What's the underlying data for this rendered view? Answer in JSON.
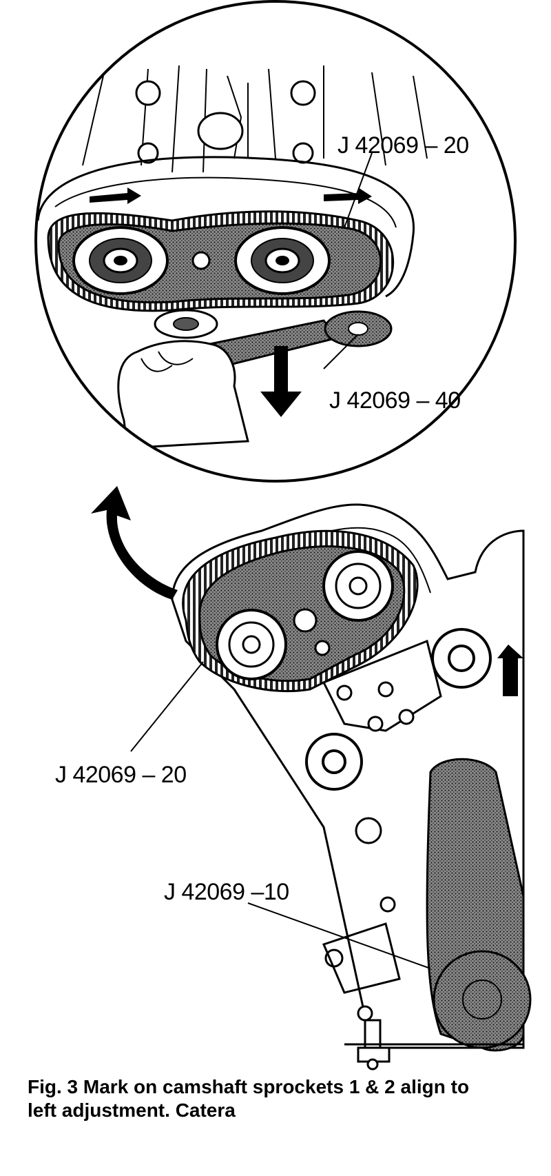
{
  "callouts": {
    "top_belt_tool": "J 42069 – 20",
    "top_wrench_tool": "J 42069 – 40",
    "lower_belt_tool": "J 42069 – 20",
    "lower_tensioner_tool": "J 42069 –10"
  },
  "caption": {
    "line1": "Fig. 3  Mark on camshaft sprockets 1 & 2 align to",
    "line2": "left adjustment. Catera"
  },
  "colors": {
    "ink": "#000000",
    "paper": "#ffffff",
    "hatch": "#6e6e6e"
  }
}
